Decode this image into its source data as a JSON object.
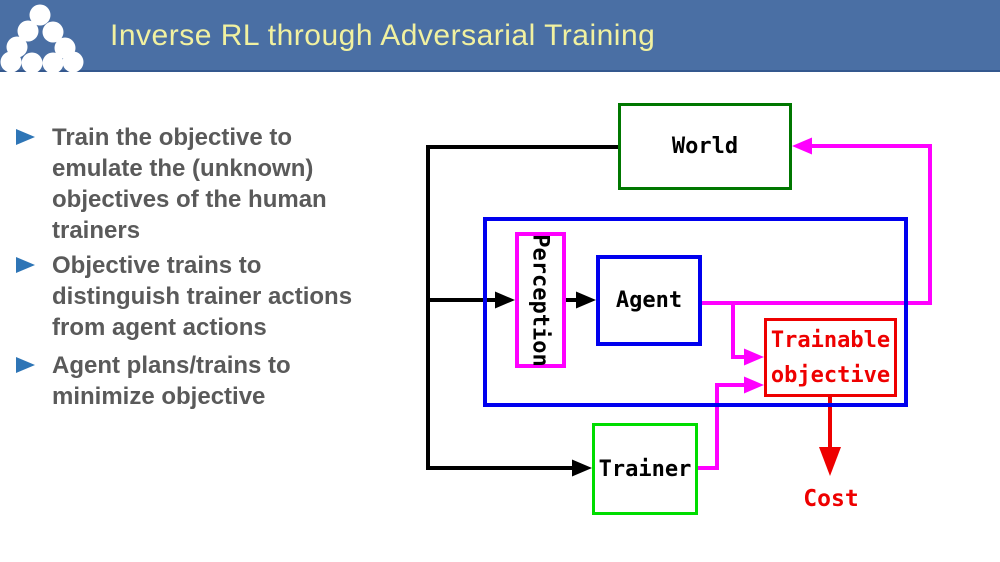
{
  "slide": {
    "title": "Inverse RL through Adversarial Training",
    "bullets": [
      {
        "lines": [
          "Train the objective to",
          "emulate the (unknown)",
          "objectives of the human",
          "trainers"
        ]
      },
      {
        "lines": [
          "Objective trains to",
          "distinguish trainer actions",
          "from agent actions"
        ]
      },
      {
        "lines": [
          "Agent plans/trains to",
          "minimize objective"
        ]
      }
    ]
  },
  "diagram": {
    "nodes": {
      "world": {
        "label": "World",
        "border_color": "#007700"
      },
      "system_boundary": {
        "border_color": "#0000ee"
      },
      "perception": {
        "label": "Perception",
        "border_color": "#ff00ff"
      },
      "agent": {
        "label": "Agent",
        "border_color": "#0000ee"
      },
      "trainable_objective": {
        "lines": [
          "Trainable",
          "objective"
        ],
        "border_color": "#ee0000",
        "text_color": "#ee0000"
      },
      "trainer": {
        "label": "Trainer",
        "border_color": "#00dd00"
      },
      "cost": {
        "label": "Cost",
        "text_color": "#ee0000"
      }
    },
    "edges": [
      {
        "from": "world",
        "to": "perception",
        "color": "#000000"
      },
      {
        "from": "world",
        "to": "trainer",
        "color": "#000000"
      },
      {
        "from": "perception",
        "to": "agent",
        "color": "#000000"
      },
      {
        "from": "agent",
        "to": "world",
        "color": "#ff00ff"
      },
      {
        "from": "agent",
        "to": "trainable_objective",
        "color": "#ff00ff"
      },
      {
        "from": "trainer",
        "to": "trainable_objective",
        "color": "#ff00ff"
      },
      {
        "from": "trainable_objective",
        "to": "cost",
        "color": "#ee0000"
      }
    ]
  },
  "colors": {
    "header_background": "#4a6fa4",
    "header_border": "#34588e",
    "title_text": "#f1f1a0",
    "bullet_text": "#5a5a5a",
    "bullet_marker": "#2e75b6",
    "edge_black": "#000000",
    "edge_magenta": "#ff00ff",
    "edge_red": "#ee0000"
  },
  "logo": {
    "description": "triangle of white dots"
  }
}
